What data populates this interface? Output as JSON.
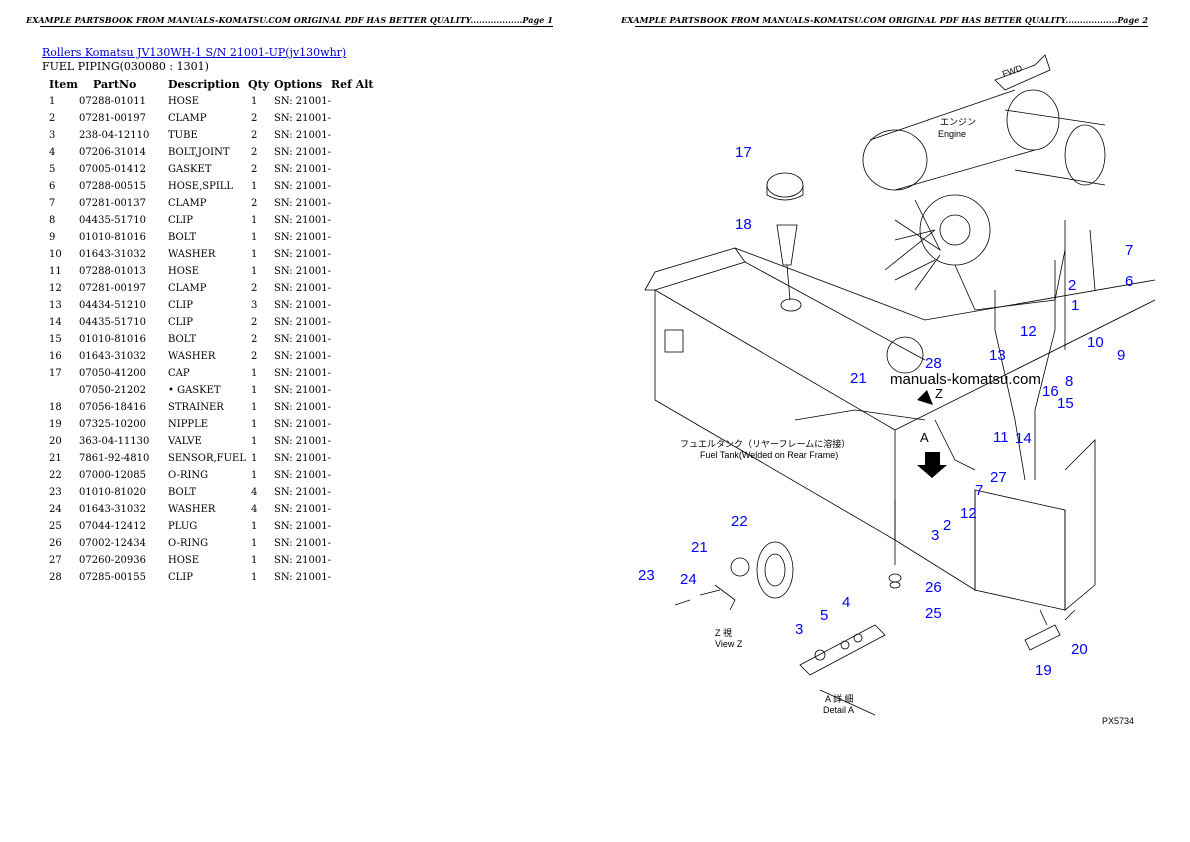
{
  "page1": {
    "header_left": "EXAMPLE PARTSBOOK FROM MANUALS-KOMATSU.COM ORIGINAL PDF HAS BETTER QUALITY..................Page 1",
    "title_link": "Rollers Komatsu JV130WH-1 S/N 21001-UP(jv130whr)",
    "subtitle": "FUEL PIPING(030080 : 1301)",
    "columns": [
      "Item",
      "PartNo",
      "Description",
      "Qty",
      "Options",
      "Ref Alt"
    ],
    "rows": [
      [
        "1",
        "07288-01011",
        "HOSE",
        "1",
        "SN: 21001-"
      ],
      [
        "2",
        "07281-00197",
        "CLAMP",
        "2",
        "SN: 21001-"
      ],
      [
        "3",
        "238-04-12110",
        "TUBE",
        "2",
        "SN: 21001-"
      ],
      [
        "4",
        "07206-31014",
        "BOLT,JOINT",
        "2",
        "SN: 21001-"
      ],
      [
        "5",
        "07005-01412",
        "GASKET",
        "2",
        "SN: 21001-"
      ],
      [
        "6",
        "07288-00515",
        "HOSE,SPILL",
        "1",
        "SN: 21001-"
      ],
      [
        "7",
        "07281-00137",
        "CLAMP",
        "2",
        "SN: 21001-"
      ],
      [
        "8",
        "04435-51710",
        "CLIP",
        "1",
        "SN: 21001-"
      ],
      [
        "9",
        "01010-81016",
        "BOLT",
        "1",
        "SN: 21001-"
      ],
      [
        "10",
        "01643-31032",
        "WASHER",
        "1",
        "SN: 21001-"
      ],
      [
        "11",
        "07288-01013",
        "HOSE",
        "1",
        "SN: 21001-"
      ],
      [
        "12",
        "07281-00197",
        "CLAMP",
        "2",
        "SN: 21001-"
      ],
      [
        "13",
        "04434-51210",
        "CLIP",
        "3",
        "SN: 21001-"
      ],
      [
        "14",
        "04435-51710",
        "CLIP",
        "2",
        "SN: 21001-"
      ],
      [
        "15",
        "01010-81016",
        "BOLT",
        "2",
        "SN: 21001-"
      ],
      [
        "16",
        "01643-31032",
        "WASHER",
        "2",
        "SN: 21001-"
      ],
      [
        "17",
        "07050-41200",
        "CAP",
        "1",
        "SN: 21001-"
      ],
      [
        "",
        "07050-21202",
        "• GASKET",
        "1",
        "SN: 21001-"
      ],
      [
        "18",
        "07056-18416",
        "STRAINER",
        "1",
        "SN: 21001-"
      ],
      [
        "19",
        "07325-10200",
        "NIPPLE",
        "1",
        "SN: 21001-"
      ],
      [
        "20",
        "363-04-11130",
        "VALVE",
        "1",
        "SN: 21001-"
      ],
      [
        "21",
        "7861-92-4810",
        "SENSOR,FUEL",
        "1",
        "SN: 21001-"
      ],
      [
        "22",
        "07000-12085",
        "O-RING",
        "1",
        "SN: 21001-"
      ],
      [
        "23",
        "01010-81020",
        "BOLT",
        "4",
        "SN: 21001-"
      ],
      [
        "24",
        "01643-31032",
        "WASHER",
        "4",
        "SN: 21001-"
      ],
      [
        "25",
        "07044-12412",
        "PLUG",
        "1",
        "SN: 21001-"
      ],
      [
        "26",
        "07002-12434",
        "O-RING",
        "1",
        "SN: 21001-"
      ],
      [
        "27",
        "07260-20936",
        "HOSE",
        "1",
        "SN: 21001-"
      ],
      [
        "28",
        "07285-00155",
        "CLIP",
        "1",
        "SN: 21001-"
      ]
    ]
  },
  "page2": {
    "header_left": "EXAMPLE PARTSBOOK FROM MANUALS-KOMATSU.COM ORIGINAL PDF HAS BETTER QUALITY..................Page 2",
    "diagram": {
      "watermark": "manuals-komatsu.com",
      "fwd_label": "FWD",
      "engine_label_jp": "エンジン",
      "engine_label": "Engine",
      "tank_label_jp": "フュエルタンク（リヤーフレームに溶接）",
      "tank_label": "Fuel Tank(Welded on Rear Frame)",
      "view_z_jp": "Z 視",
      "view_z": "View Z",
      "detail_a_jp": "A 詳 細",
      "detail_a": "Detail A",
      "letter_a": "A",
      "letter_z": "Z",
      "drawing_code": "PX5734",
      "callouts": [
        "17",
        "18",
        "2",
        "7",
        "6",
        "1",
        "12",
        "10",
        "9",
        "8",
        "16",
        "15",
        "13",
        "14",
        "11",
        "28",
        "21",
        "27",
        "7",
        "12",
        "2",
        "3",
        "22",
        "21",
        "24",
        "23",
        "26",
        "25",
        "5",
        "4",
        "3",
        "20",
        "19"
      ],
      "accent_color": "#0000ff"
    }
  }
}
